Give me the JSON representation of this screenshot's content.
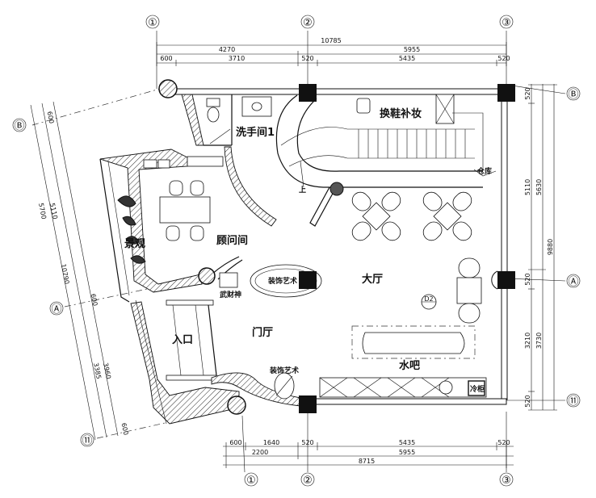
{
  "grid_labels": {
    "col1": "①",
    "col2": "②",
    "col3": "③",
    "rowB": "Ⓑ",
    "rowA": "Ⓐ",
    "row1": "⑪"
  },
  "top_dims": {
    "total": "10785",
    "span1": "4270",
    "span2": "5955",
    "d600": "600",
    "d3710": "3710",
    "d520a": "520",
    "d5435": "5435",
    "d520b": "520"
  },
  "bottom_dims": {
    "d600": "600",
    "d1640": "1640",
    "d520a": "520",
    "d5435": "5435",
    "d520b": "520",
    "d2200": "2200",
    "d5955": "5955",
    "total": "8715"
  },
  "right_dims": {
    "d520a": "520",
    "d5110": "5110",
    "d5630": "5630",
    "total": "9880",
    "d520b": "520",
    "d3210": "3210",
    "d3730": "3730",
    "d520c": "520"
  },
  "left_dims": {
    "d600a": "600",
    "d5110": "5110",
    "d5700": "5700",
    "total": "10790",
    "d600b": "600",
    "d3385": "3385",
    "d3960": "3960",
    "d600c": "600"
  },
  "rooms": {
    "washroom": "洗手间1",
    "shoe_makeup": "换鞋补妆",
    "storage": "仓库",
    "consult": "顾问间",
    "landscape": "景观",
    "lobby": "大厅",
    "decor_art_1": "装饰艺术",
    "decor_art_2": "装饰艺术",
    "wealth_god": "武财神",
    "entrance": "入口",
    "foyer": "门厅",
    "water_bar": "水吧",
    "cooler": "冷柜",
    "stair_up": "上",
    "marker_d2": "D2"
  }
}
